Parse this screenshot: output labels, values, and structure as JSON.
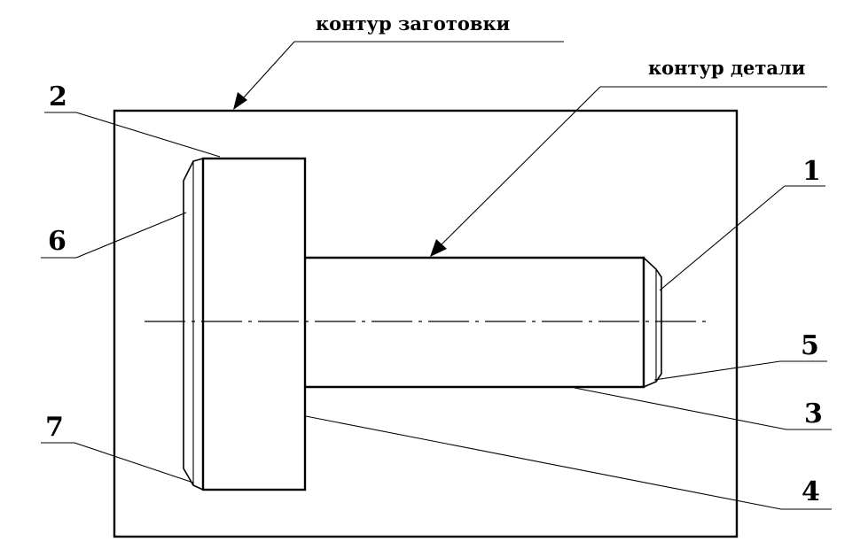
{
  "labels": {
    "blank_contour": "контур заготовки",
    "part_contour": "контур детали"
  },
  "callouts": [
    "1",
    "2",
    "3",
    "4",
    "5",
    "6",
    "7"
  ]
}
